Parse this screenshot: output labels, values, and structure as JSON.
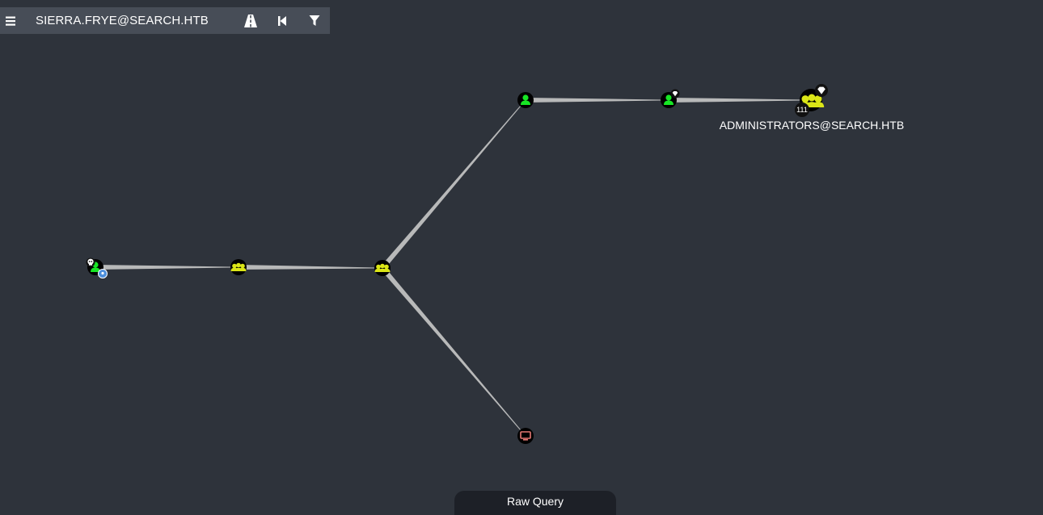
{
  "search": {
    "value": "SIERRA.FRYE@SEARCH.HTB"
  },
  "toolbar": {
    "menu_icon": "hamburger-menu-icon",
    "pathfinding_icon": "road-icon",
    "back_icon": "step-backward-icon",
    "filter_icon": "filter-icon"
  },
  "graph": {
    "nodes": [
      {
        "id": "owned-user",
        "type": "user",
        "owned": true,
        "label": ""
      },
      {
        "id": "group-1",
        "type": "group",
        "label": ""
      },
      {
        "id": "group-2",
        "type": "group",
        "label": ""
      },
      {
        "id": "user-upper",
        "type": "user",
        "label": ""
      },
      {
        "id": "user-highvalue",
        "type": "user",
        "highvalue": true,
        "label": ""
      },
      {
        "id": "admins-group",
        "type": "group",
        "highvalue": true,
        "label": "ADMINISTRATORS@SEARCH.HTB",
        "badge": "111"
      },
      {
        "id": "computer",
        "type": "computer",
        "label": ""
      }
    ],
    "edges": [
      {
        "from": "owned-user",
        "to": "group-1"
      },
      {
        "from": "group-1",
        "to": "group-2"
      },
      {
        "from": "group-2",
        "to": "user-upper"
      },
      {
        "from": "group-2",
        "to": "computer"
      },
      {
        "from": "user-upper",
        "to": "user-highvalue"
      },
      {
        "from": "user-highvalue",
        "to": "admins-group"
      }
    ],
    "colors": {
      "background": "#2e333b",
      "user": "#17e625",
      "group": "#dbe617",
      "computer": "#e67873",
      "edge": "#c8c8c8"
    }
  },
  "raw_query": {
    "label": "Raw Query"
  }
}
